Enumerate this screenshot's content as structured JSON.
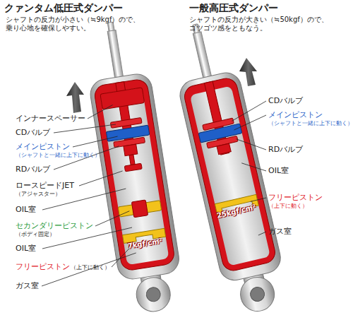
{
  "diagram": {
    "labels": [
      "クァンタム低圧式ダンパー",
      "シャフトの反力が小さい（≒9kgf）ので、乗り心地を確保しやすい。",
      "一般高圧式ダンパー",
      "シャフトの反力が大きい（≒50kgf）ので、ゴツゴツ感をともなう。",
      "インナースペーサー",
      "CDバルブ",
      "メインピストン",
      "（シャフトと一緒に上下に動く）",
      "RDバルブ",
      "ロースピードJET",
      "（アジャスター）",
      "OIL室",
      "セカンダリーピストン",
      "（ボディ固定）",
      "OIL室",
      "フリーピストン",
      "（上下に動く）",
      "ガス室",
      "7kgf/cm²",
      "CDバルブ",
      "メインピストン",
      "（シャフトと一緒に上下に動く）",
      "RDバルブ",
      "OIL室",
      "フリーピストン",
      "（上下に動く）",
      "25kgf/cm²",
      "ガス室"
    ]
  }
}
